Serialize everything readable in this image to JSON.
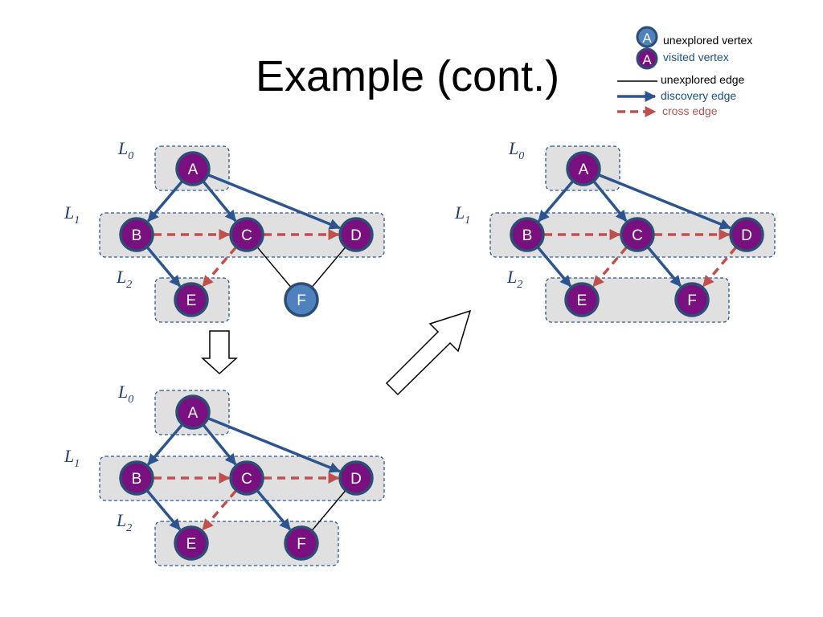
{
  "title": "Example (cont.)",
  "legend": {
    "unexplored_vertex": "unexplored vertex",
    "visited_vertex": "visited vertex",
    "unexplored_edge": "unexplored edge",
    "discovery_edge": "discovery edge",
    "cross_edge": "cross edge",
    "sample_vertex_letter": "A"
  },
  "colors": {
    "visited": "#7a0f80",
    "unexplored": "#4f81bd",
    "vertex_border": "#2c4d75",
    "discovery": "#2c5590",
    "cross": "#c0504d",
    "unexplored_edge": "#000000",
    "level_box_fill": "#e0e0e0",
    "level_box_border": "#2c5590",
    "level_label": "#1f3e73"
  },
  "level_labels": {
    "L0": {
      "base": "L",
      "sub": "0"
    },
    "L1": {
      "base": "L",
      "sub": "1"
    },
    "L2": {
      "base": "L",
      "sub": "2"
    }
  },
  "panels": {
    "before": {
      "vertices": [
        {
          "id": "A",
          "state": "visited"
        },
        {
          "id": "B",
          "state": "visited"
        },
        {
          "id": "C",
          "state": "visited"
        },
        {
          "id": "D",
          "state": "visited"
        },
        {
          "id": "E",
          "state": "visited"
        },
        {
          "id": "F",
          "state": "unexplored"
        }
      ],
      "edges": [
        {
          "from": "A",
          "to": "B",
          "type": "discovery"
        },
        {
          "from": "A",
          "to": "C",
          "type": "discovery"
        },
        {
          "from": "A",
          "to": "D",
          "type": "discovery"
        },
        {
          "from": "B",
          "to": "C",
          "type": "cross"
        },
        {
          "from": "C",
          "to": "D",
          "type": "cross"
        },
        {
          "from": "B",
          "to": "E",
          "type": "discovery"
        },
        {
          "from": "C",
          "to": "E",
          "type": "cross"
        },
        {
          "from": "C",
          "to": "F",
          "type": "unexplored"
        },
        {
          "from": "D",
          "to": "F",
          "type": "unexplored"
        }
      ]
    },
    "middle": {
      "vertices": [
        {
          "id": "A",
          "state": "visited"
        },
        {
          "id": "B",
          "state": "visited"
        },
        {
          "id": "C",
          "state": "visited"
        },
        {
          "id": "D",
          "state": "visited"
        },
        {
          "id": "E",
          "state": "visited"
        },
        {
          "id": "F",
          "state": "visited"
        }
      ],
      "edges": [
        {
          "from": "A",
          "to": "B",
          "type": "discovery"
        },
        {
          "from": "A",
          "to": "C",
          "type": "discovery"
        },
        {
          "from": "A",
          "to": "D",
          "type": "discovery"
        },
        {
          "from": "B",
          "to": "C",
          "type": "cross"
        },
        {
          "from": "C",
          "to": "D",
          "type": "cross"
        },
        {
          "from": "B",
          "to": "E",
          "type": "discovery"
        },
        {
          "from": "C",
          "to": "E",
          "type": "cross"
        },
        {
          "from": "C",
          "to": "F",
          "type": "discovery"
        },
        {
          "from": "D",
          "to": "F",
          "type": "unexplored"
        }
      ]
    },
    "after": {
      "vertices": [
        {
          "id": "A",
          "state": "visited"
        },
        {
          "id": "B",
          "state": "visited"
        },
        {
          "id": "C",
          "state": "visited"
        },
        {
          "id": "D",
          "state": "visited"
        },
        {
          "id": "E",
          "state": "visited"
        },
        {
          "id": "F",
          "state": "visited"
        }
      ],
      "edges": [
        {
          "from": "A",
          "to": "B",
          "type": "discovery"
        },
        {
          "from": "A",
          "to": "C",
          "type": "discovery"
        },
        {
          "from": "A",
          "to": "D",
          "type": "discovery"
        },
        {
          "from": "B",
          "to": "C",
          "type": "cross"
        },
        {
          "from": "C",
          "to": "D",
          "type": "cross"
        },
        {
          "from": "B",
          "to": "E",
          "type": "discovery"
        },
        {
          "from": "C",
          "to": "E",
          "type": "cross"
        },
        {
          "from": "C",
          "to": "F",
          "type": "discovery"
        },
        {
          "from": "D",
          "to": "F",
          "type": "cross"
        }
      ]
    }
  },
  "transition_arrows": [
    {
      "name": "down-arrow-icon",
      "direction": "down"
    },
    {
      "name": "diagonal-arrow-icon",
      "direction": "up-right"
    }
  ]
}
